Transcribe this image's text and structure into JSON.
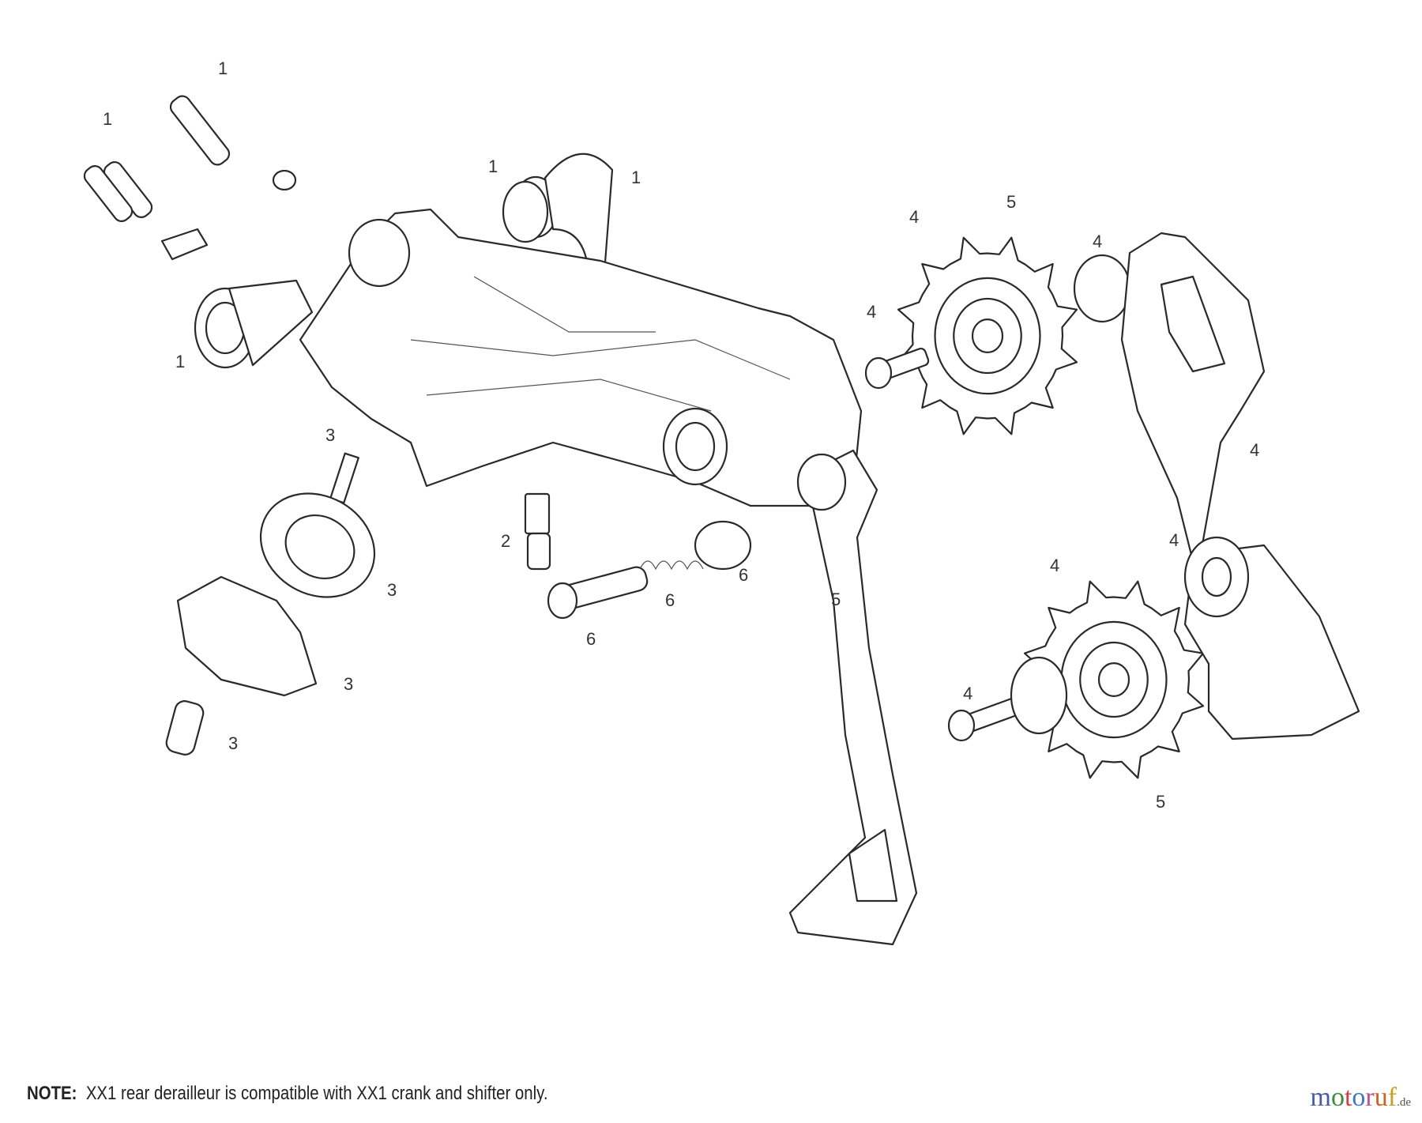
{
  "diagram": {
    "callouts": [
      {
        "label": "1"
      },
      {
        "label": "1"
      },
      {
        "label": "1"
      },
      {
        "label": "1"
      },
      {
        "label": "1"
      },
      {
        "label": "3"
      },
      {
        "label": "3"
      },
      {
        "label": "3"
      },
      {
        "label": "3"
      },
      {
        "label": "2"
      },
      {
        "label": "6"
      },
      {
        "label": "6"
      },
      {
        "label": "6"
      },
      {
        "label": "5"
      },
      {
        "label": "5"
      },
      {
        "label": "5"
      },
      {
        "label": "4"
      },
      {
        "label": "4"
      },
      {
        "label": "4"
      },
      {
        "label": "4"
      },
      {
        "label": "4"
      },
      {
        "label": "4"
      },
      {
        "label": "4"
      }
    ]
  },
  "note": {
    "prefix": "NOTE:",
    "text": "XX1 rear derailleur is compatible with XX1 crank and shifter only."
  },
  "logo": {
    "letters": [
      "m",
      "o",
      "t",
      "o",
      "r",
      "u",
      "f"
    ],
    "colors": [
      "#4a5aa8",
      "#3a8a3a",
      "#d04040",
      "#3a7ac0",
      "#c05090",
      "#d06020",
      "#c8a020"
    ],
    "tld": ".de"
  }
}
